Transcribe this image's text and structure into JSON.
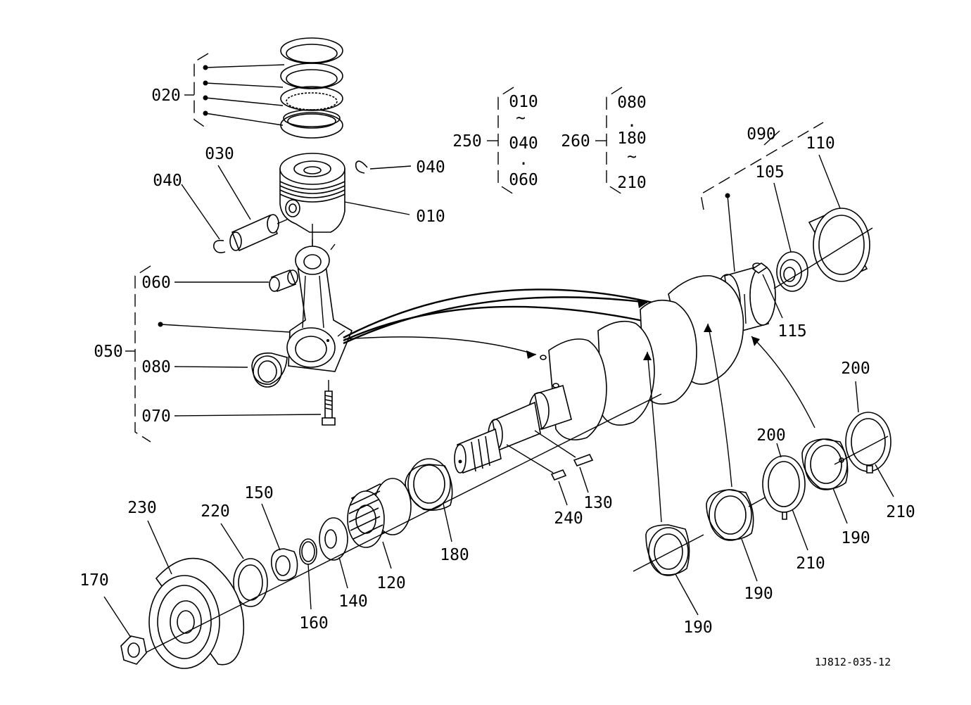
{
  "diagram_code": "1J812-035-12",
  "labels": {
    "l020": "020",
    "l030": "030",
    "l040a": "040",
    "l040b": "040",
    "l010": "010",
    "l060": "060",
    "l050": "050",
    "l080": "080",
    "l070": "070",
    "l250": "250",
    "l260": "260",
    "g250_a": "010",
    "g250_b": "040",
    "g250_c": "060",
    "g260_a": "080",
    "g260_b": "180",
    "g260_c": "210",
    "l090": "090",
    "l105": "105",
    "l110": "110",
    "l115": "115",
    "l200a": "200",
    "l200b": "200",
    "l210a": "210",
    "l210b": "210",
    "l190a": "190",
    "l190b": "190",
    "l190c": "190",
    "l130": "130",
    "l240": "240",
    "l180": "180",
    "l120": "120",
    "l140": "140",
    "l160": "160",
    "l150": "150",
    "l220": "220",
    "l230": "230",
    "l170": "170"
  }
}
